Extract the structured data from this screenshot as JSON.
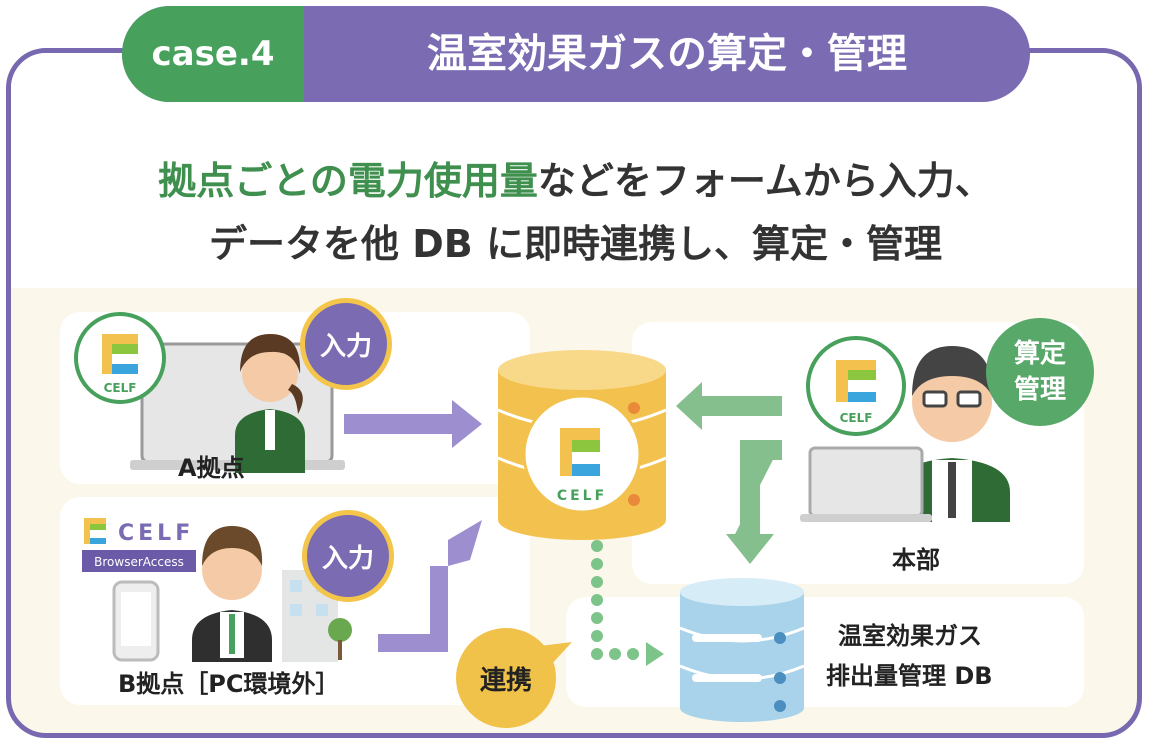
{
  "header": {
    "case_label": "case.4",
    "title": "温室効果ガスの算定・管理"
  },
  "headline": {
    "line1_highlight": "拠点ごとの電力使用量",
    "line1_rest": "などをフォームから入力、",
    "line2": "データを他 DB に即時連携し、算定・管理"
  },
  "site_a": {
    "label": "A拠点",
    "badge": "入力",
    "logo": "CELF"
  },
  "site_b": {
    "label": "B拠点［PC環境外］",
    "badge": "入力",
    "logo": "CELF",
    "sublabel": "BrowserAccess"
  },
  "center_db": {
    "logo": "CELF"
  },
  "hq": {
    "label": "本部",
    "badge_line1": "算定",
    "badge_line2": "管理",
    "logo": "CELF"
  },
  "ghg_db": {
    "label_line1": "温室効果ガス",
    "label_line2": "排出量管理 DB"
  },
  "link_badge": "連携",
  "colors": {
    "purple": "#7b6bb2",
    "green": "#47a05b",
    "yellow": "#f3c54a",
    "db_gold": "#f3c24e",
    "db_blue": "#a9d3ea"
  }
}
